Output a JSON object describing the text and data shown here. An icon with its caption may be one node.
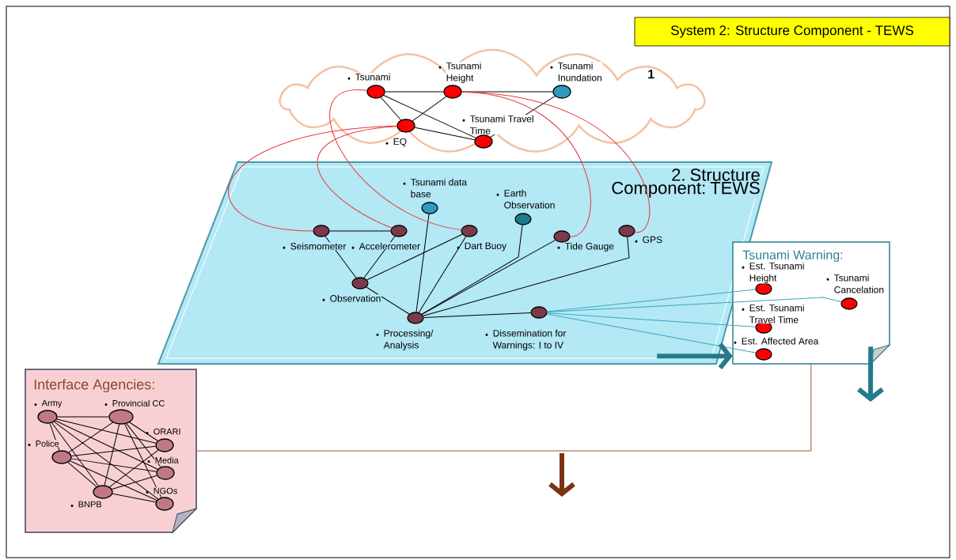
{
  "diagram": {
    "title": "System 2: Structure Component - TEWS",
    "nodes": [
      {
        "text": [
          "1"
        ]
      },
      {
        "text": [
          "Tsunami"
        ],
        "in": 0
      },
      {
        "text": [
          "Tsunami Height"
        ],
        "in": 0
      },
      {
        "text": [
          "Tsunami Inundation"
        ],
        "in": 0
      },
      {
        "text": [
          "EQ"
        ],
        "in": 0
      },
      {
        "text": [
          "Tsunami Travel Time"
        ],
        "in": 0
      },
      {
        "text": [
          "2. Structure Component: TEWS"
        ]
      },
      {
        "text": [
          "Tsunami data base"
        ],
        "in": 6
      },
      {
        "text": [
          "Earth Observation"
        ],
        "in": 6
      },
      {
        "text": [
          "Seismometer"
        ],
        "in": 6
      },
      {
        "text": [
          "Accelerometer"
        ],
        "in": 6
      },
      {
        "text": [
          "Dart Buoy"
        ],
        "in": 6
      },
      {
        "text": [
          "Tide Gauge"
        ],
        "in": 6
      },
      {
        "text": [
          "GPS"
        ],
        "in": 6
      },
      {
        "text": [
          "Observation"
        ],
        "in": 6
      },
      {
        "text": [
          "Processing/ Analysis"
        ],
        "in": 6
      },
      {
        "text": [
          "Dissemination for Warnings: I to IV"
        ],
        "in": 6
      },
      {
        "text": [
          "Tsunami Warning:"
        ]
      },
      {
        "text": [
          "Est. Tsunami Height"
        ],
        "in": 17
      },
      {
        "text": [
          "Tsunami Cancelation"
        ],
        "in": 17
      },
      {
        "text": [
          "Est. Tsunami Travel Time"
        ],
        "in": 17
      },
      {
        "text": [
          "Est. Affected Area"
        ],
        "in": 17
      },
      {
        "text": [
          "Interface Agencies:"
        ]
      },
      {
        "text": [
          "Army"
        ],
        "in": 22
      },
      {
        "text": [
          "Provincial CC"
        ],
        "in": 22
      },
      {
        "text": [
          "ORARI"
        ],
        "in": 22
      },
      {
        "text": [
          "Police"
        ],
        "in": 22
      },
      {
        "text": [
          "Media"
        ],
        "in": 22
      },
      {
        "text": [
          "BNPB"
        ],
        "in": 22
      },
      {
        "text": [
          "NGOs"
        ],
        "in": 22
      }
    ],
    "edges": [
      {
        "from": 1,
        "to": 2,
        "arrow": "none"
      },
      {
        "from": 2,
        "to": 3,
        "arrow": "none"
      },
      {
        "from": 1,
        "to": 4,
        "arrow": "none"
      },
      {
        "from": 1,
        "to": 5,
        "arrow": "none"
      },
      {
        "from": 4,
        "to": 2,
        "arrow": "none"
      },
      {
        "from": 4,
        "to": 5,
        "arrow": "none"
      },
      {
        "from": 5,
        "to": 3,
        "arrow": "none"
      },
      {
        "from": 9,
        "to": 10,
        "arrow": "none"
      },
      {
        "from": 9,
        "to": 14,
        "arrow": "none"
      },
      {
        "from": 10,
        "to": 14,
        "arrow": "none"
      },
      {
        "from": 11,
        "to": 14,
        "arrow": "none"
      },
      {
        "from": 14,
        "to": 15,
        "arrow": "none"
      },
      {
        "from": 7,
        "to": 15,
        "arrow": "none"
      },
      {
        "from": 11,
        "to": 15,
        "arrow": "none"
      },
      {
        "from": 8,
        "to": 15,
        "arrow": "none"
      },
      {
        "from": 12,
        "to": 15,
        "arrow": "none"
      },
      {
        "from": 13,
        "to": 15,
        "arrow": "none"
      },
      {
        "from": 15,
        "to": 16,
        "arrow": "none"
      },
      {
        "from": 4,
        "to": 9,
        "arrow": "none",
        "color": "#e8383a"
      },
      {
        "from": 4,
        "to": 10,
        "arrow": "none",
        "color": "#e8383a"
      },
      {
        "from": 1,
        "to": 11,
        "arrow": "none",
        "color": "#e8383a"
      },
      {
        "from": 2,
        "to": 12,
        "arrow": "none",
        "color": "#e8383a"
      },
      {
        "from": 2,
        "to": 13,
        "arrow": "none",
        "color": "#e8383a"
      },
      {
        "from": 16,
        "to": 18,
        "arrow": "none",
        "color": "#3aa6c0"
      },
      {
        "from": 16,
        "to": 19,
        "arrow": "none",
        "color": "#3aa6c0"
      },
      {
        "from": 16,
        "to": 20,
        "arrow": "none",
        "color": "#3aa6c0"
      },
      {
        "from": 16,
        "to": 21,
        "arrow": "none",
        "color": "#3aa6c0"
      },
      {
        "from": 6,
        "to": 17,
        "arrow": "to",
        "style": "thick",
        "color": "#237a8c"
      },
      {
        "from": 17,
        "to": null,
        "arrow": "to",
        "style": "thick",
        "color": "#237a8c"
      },
      {
        "from": 22,
        "to": 17,
        "arrow": "none",
        "color": "#9a5a3a"
      },
      {
        "from": 23,
        "to": 24,
        "arrow": "none"
      },
      {
        "from": 23,
        "to": 25,
        "arrow": "none"
      },
      {
        "from": 23,
        "to": 26,
        "arrow": "none"
      },
      {
        "from": 23,
        "to": 27,
        "arrow": "none"
      },
      {
        "from": 23,
        "to": 28,
        "arrow": "none"
      },
      {
        "from": 23,
        "to": 29,
        "arrow": "none"
      },
      {
        "from": 24,
        "to": 25,
        "arrow": "none"
      },
      {
        "from": 24,
        "to": 26,
        "arrow": "none"
      },
      {
        "from": 24,
        "to": 27,
        "arrow": "none"
      },
      {
        "from": 24,
        "to": 28,
        "arrow": "none"
      },
      {
        "from": 24,
        "to": 29,
        "arrow": "none"
      },
      {
        "from": 25,
        "to": 26,
        "arrow": "none"
      },
      {
        "from": 25,
        "to": 28,
        "arrow": "none"
      },
      {
        "from": 26,
        "to": 27,
        "arrow": "none"
      },
      {
        "from": 26,
        "to": 28,
        "arrow": "none"
      },
      {
        "from": 26,
        "to": 29,
        "arrow": "none"
      },
      {
        "from": 27,
        "to": 28,
        "arrow": "none"
      },
      {
        "from": 28,
        "to": 29,
        "arrow": "none"
      }
    ]
  }
}
